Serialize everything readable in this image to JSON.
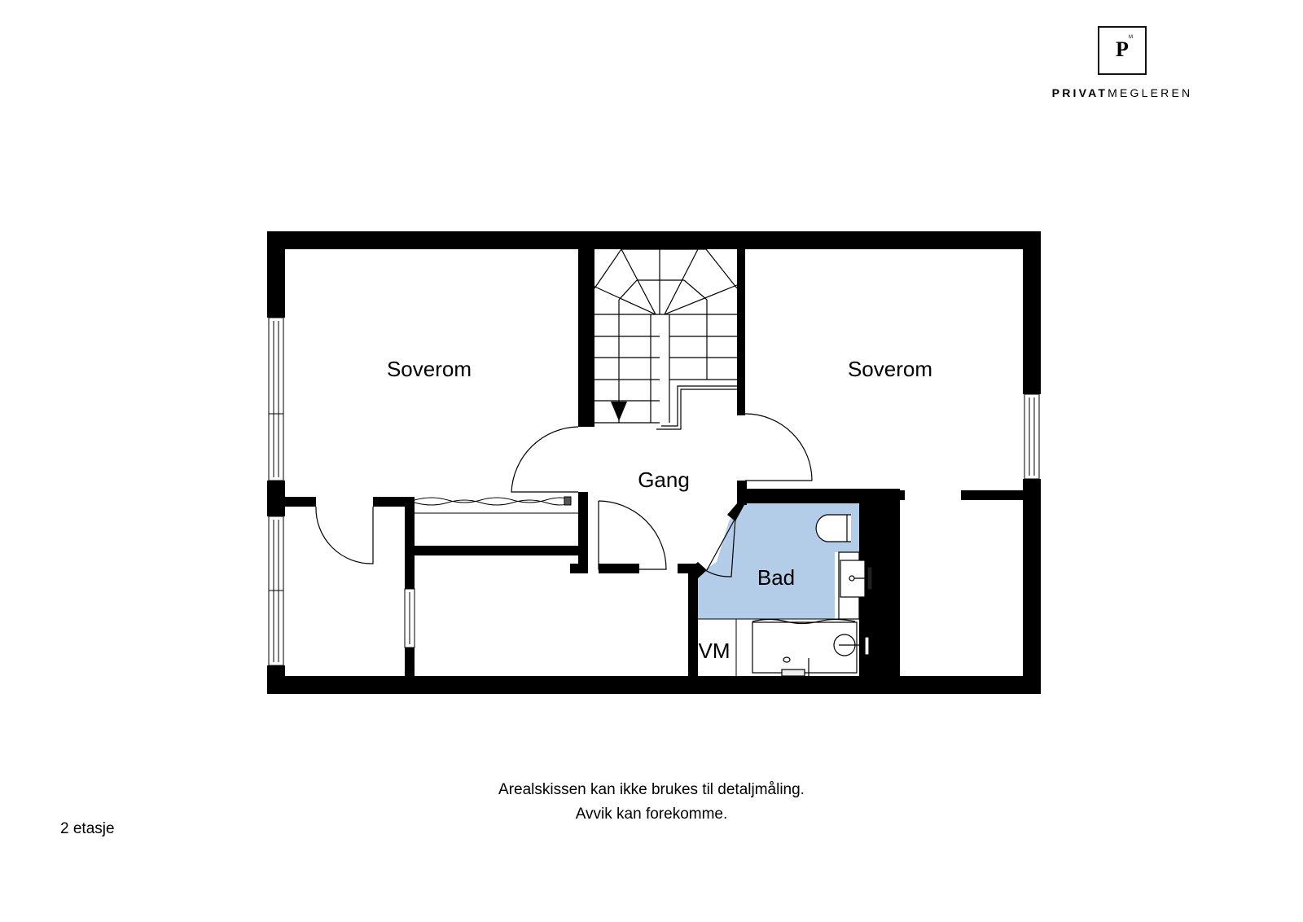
{
  "brand": {
    "logo_letter": "P",
    "logo_mark": "M",
    "name_bold": "PRIVAT",
    "name_light": "MEGLEREN"
  },
  "floor_plan": {
    "floor_name": "2 etasje",
    "colors": {
      "wall": "#000000",
      "background": "#ffffff",
      "bathroom_fill": "#b3cce8"
    },
    "rooms": [
      {
        "id": "soverom-left",
        "label": "Soverom"
      },
      {
        "id": "soverom-right",
        "label": "Soverom"
      },
      {
        "id": "gang",
        "label": "Gang"
      },
      {
        "id": "bad",
        "label": "Bad"
      },
      {
        "id": "vm",
        "label": "VM"
      }
    ],
    "features": [
      "staircase-down-arrow",
      "wardrobe-closet",
      "toilet",
      "sink",
      "bathtub",
      "windows",
      "doors"
    ]
  },
  "disclaimer": {
    "line1": "Arealskissen kan ikke brukes til detaljmåling.",
    "line2": "Avvik kan forekomme."
  }
}
